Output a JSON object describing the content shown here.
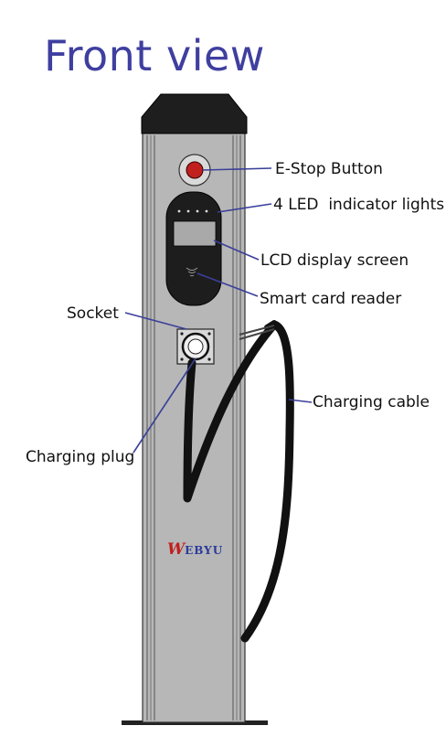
{
  "title": "Front view",
  "brand": {
    "initial": "W",
    "rest": "EBYU"
  },
  "labels": {
    "estop": "E-Stop Button",
    "led": "4 LED  indicator lights",
    "lcd": "LCD display screen",
    "card": "Smart card reader",
    "socket": "Socket",
    "cable": "Charging cable",
    "plug": "Charging plug"
  },
  "colors": {
    "title": "#3f3fa0",
    "body": "#b7b7b7",
    "cap": "#1e1e1e",
    "estop": "#c0201e",
    "leader": "#3b3f9a",
    "brand_red": "#c0201e",
    "brand_blue": "#2a3b9a"
  }
}
